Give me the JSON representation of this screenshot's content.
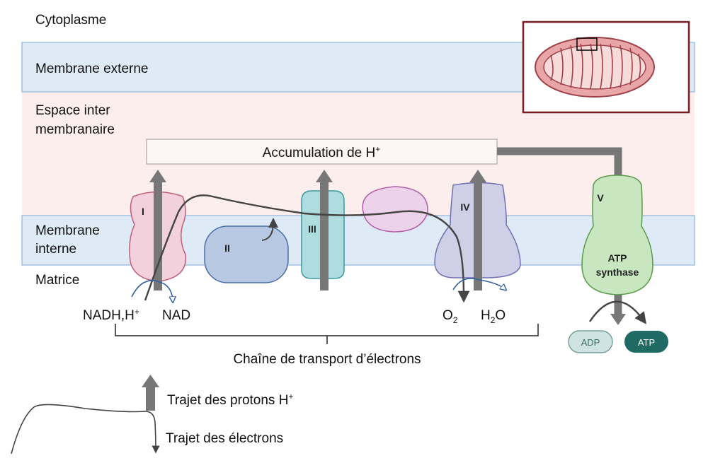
{
  "regions": {
    "cytoplasm": "Cytoplasme",
    "outer_membrane": "Membrane externe",
    "intermembrane_line1": "Espace inter",
    "intermembrane_line2": "membranaire",
    "inner_membrane_line1": "Membrane",
    "inner_membrane_line2": "interne",
    "matrix": "Matrice"
  },
  "accumulation": {
    "text": "Accumulation de H",
    "sup": "+"
  },
  "complexes": {
    "c1": "I",
    "c2": "II",
    "c3": "III",
    "c4": "IV",
    "c5": "V",
    "c5_name_line1": "ATP",
    "c5_name_line2": "synthase"
  },
  "molecules": {
    "nadh": "NADH,H",
    "nadh_sup": "+",
    "nad": "NAD",
    "o2_main": "O",
    "o2_sub": "2",
    "h2o_h": "H",
    "h2o_sub": "2",
    "h2o_o": "O",
    "adp": "ADP",
    "atp": "ATP"
  },
  "brace_label": "Chaîne de transport d’électrons",
  "legend": {
    "protons": "Trajet des protons H",
    "protons_sup": "+",
    "electrons": "Trajet des électrons"
  },
  "colors": {
    "outer_membrane_fill": "#deeaf5",
    "intermembrane_fill": "#fbeeec",
    "inner_membrane_fill": "#deeaf5",
    "membrane_stroke": "#8fb5d8",
    "complex1": "#f2d0dc",
    "complex2": "#b7c8e2",
    "complex3": "#aedcdf",
    "cytc": "#ecd2ea",
    "complex4": "#cfcfe8",
    "complex5": "#c8e6c0",
    "proton_arrow": "#777777",
    "electron_path": "#444444",
    "adp_fill": "#cfe4e2",
    "atp_fill": "#1f6b63",
    "mito_border": "#7a1c22",
    "mito_fill": "#e9a6a9"
  }
}
